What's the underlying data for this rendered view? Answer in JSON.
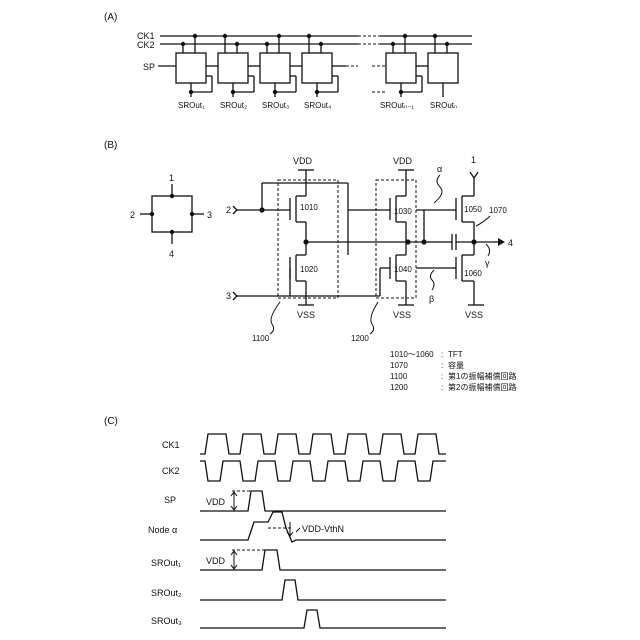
{
  "panels": {
    "a": "(A)",
    "b": "(B)",
    "c": "(C)"
  },
  "panel_a": {
    "clk1": "CK1",
    "clk2": "CK2",
    "sp": "SP",
    "outputs": [
      "SROut₁",
      "SROut₂",
      "SROut₃",
      "SROut₄",
      "SROutₙ₋₁",
      "SROutₙ"
    ]
  },
  "panel_b": {
    "symbol_pins": [
      "1",
      "2",
      "3",
      "4"
    ],
    "vdd": "VDD",
    "vss": "VSS",
    "transistors": [
      "1010",
      "1020",
      "1030",
      "1040",
      "1050",
      "1060"
    ],
    "capacitor": "1070",
    "blocks": [
      "1100",
      "1200"
    ],
    "nodes": {
      "alpha": "α",
      "beta": "β",
      "gamma": "γ"
    },
    "pins": {
      "in2": "2",
      "in3": "3",
      "out4": "4",
      "top1": "1"
    },
    "legend": [
      {
        "key": "1010〜1060",
        "sep": ":",
        "value": "TFT"
      },
      {
        "key": "1070",
        "sep": ":",
        "value": "容量"
      },
      {
        "key": "1100",
        "sep": ":",
        "value": "第1の振幅補償回路"
      },
      {
        "key": "1200",
        "sep": ":",
        "value": "第2の振幅補償回路"
      }
    ]
  },
  "panel_c": {
    "signals": [
      "CK1",
      "CK2",
      "SP",
      "Node α",
      "SROut₁",
      "SROut₂",
      "SROut₃"
    ],
    "annotations": {
      "vdd_sp": "VDD",
      "vdd_out": "VDD",
      "vth": "VDD-VthN"
    }
  }
}
